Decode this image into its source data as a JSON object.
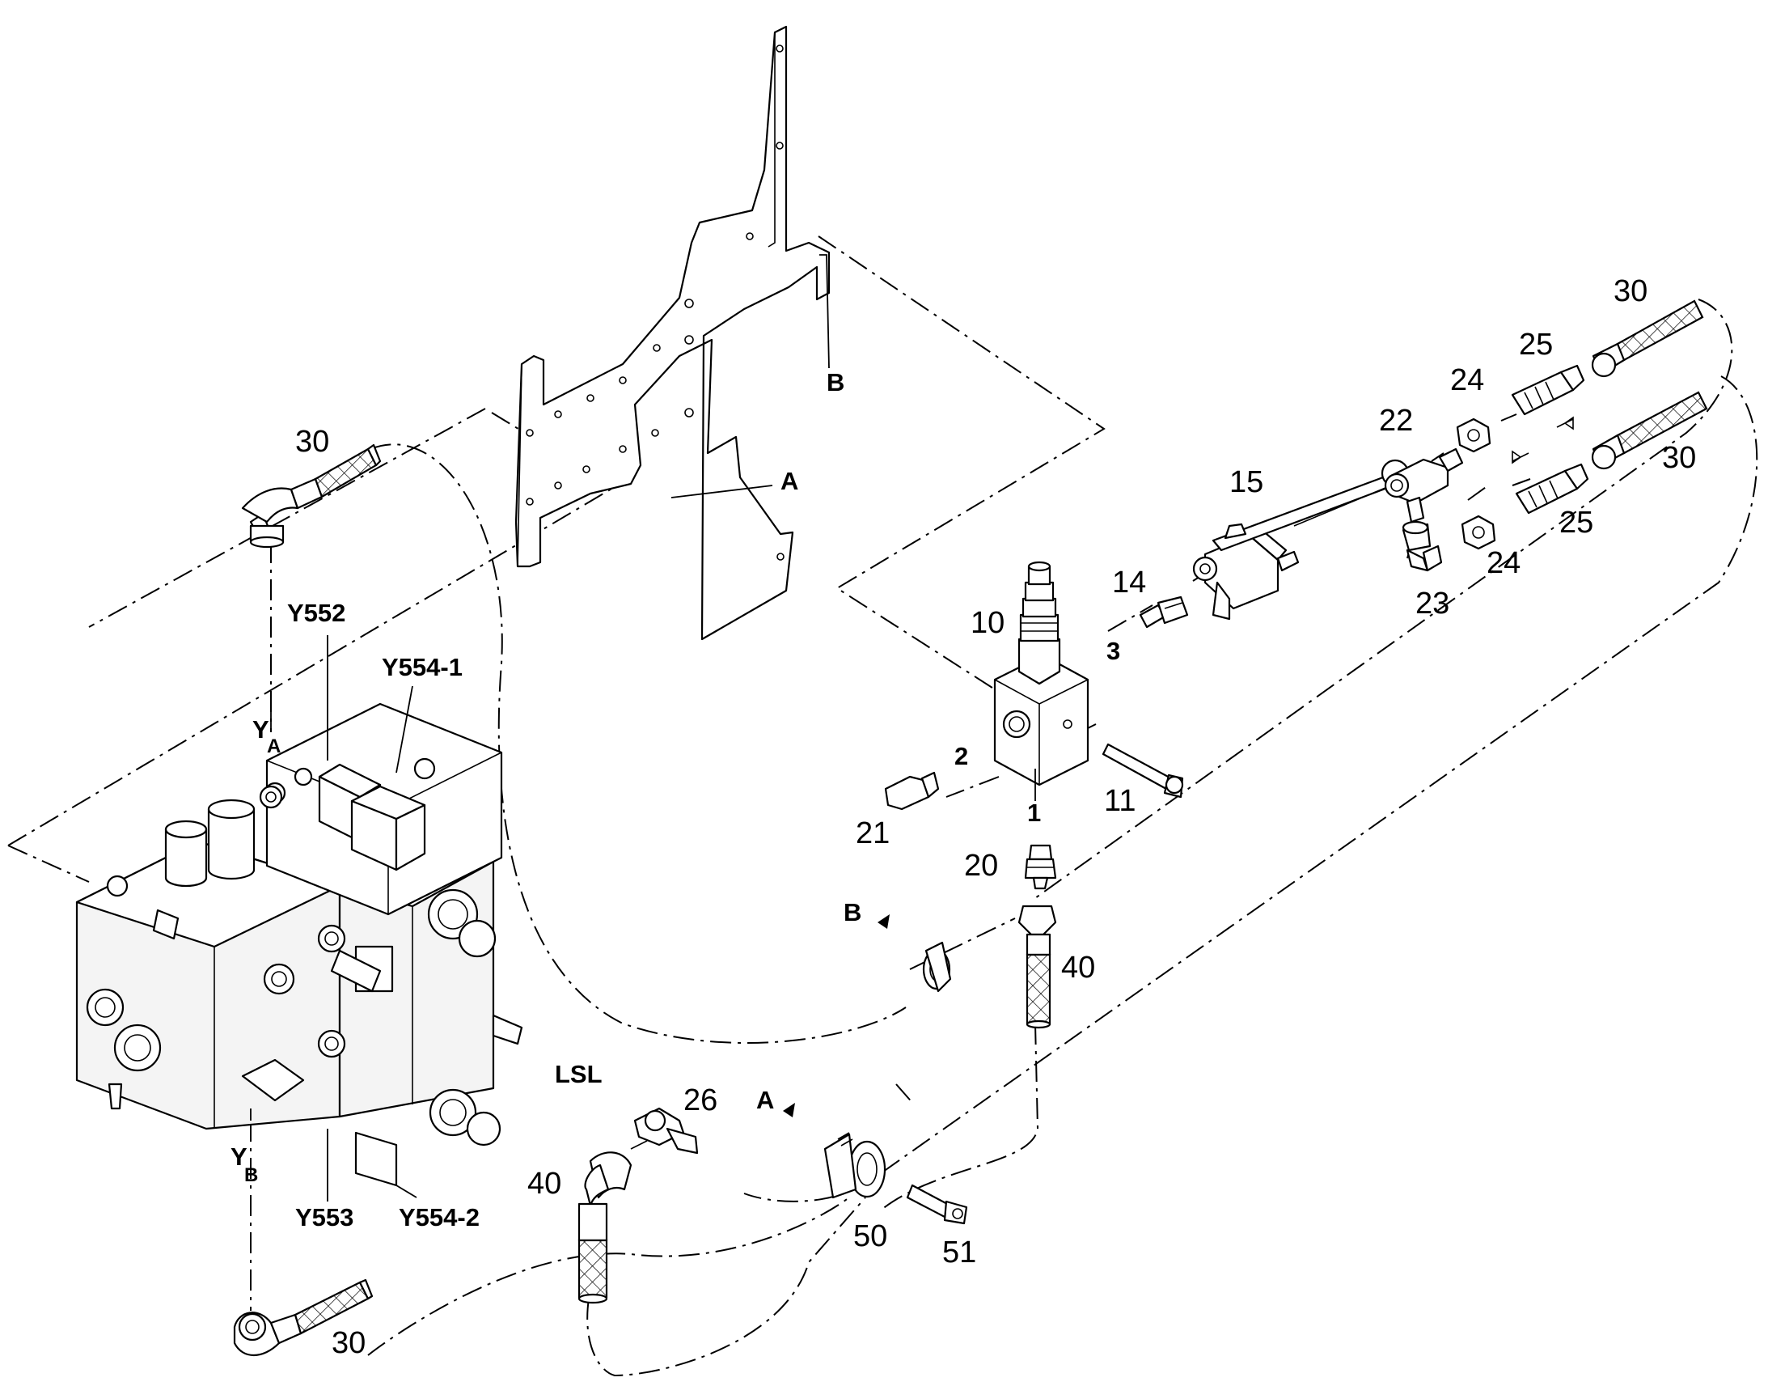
{
  "diagram": {
    "part_numbers": {
      "p10": "10",
      "p11": "11",
      "p14": "14",
      "p15": "15",
      "p20": "20",
      "p21": "21",
      "p22": "22",
      "p23": "23",
      "p24a": "24",
      "p24b": "24",
      "p25a": "25",
      "p25b": "25",
      "p26": "26",
      "p30a": "30",
      "p30b": "30",
      "p30c": "30",
      "p30d": "30",
      "p40a": "40",
      "p40b": "40",
      "p50": "50",
      "p51": "51"
    },
    "port_numbers": {
      "port1": "1",
      "port2": "2",
      "port3": "3"
    },
    "component_codes": {
      "y552": "Y552",
      "y553": "Y553",
      "y554_1": "Y554-1",
      "y554_2": "Y554-2",
      "lsl": "LSL"
    },
    "ports": {
      "ya_main": "Y",
      "ya_sub": "A",
      "yb_main": "Y",
      "yb_sub": "B"
    },
    "references": {
      "ref_a_bracket": "A",
      "ref_b_bracket": "B",
      "ref_a_arrow": "A",
      "ref_b_arrow": "B"
    }
  }
}
